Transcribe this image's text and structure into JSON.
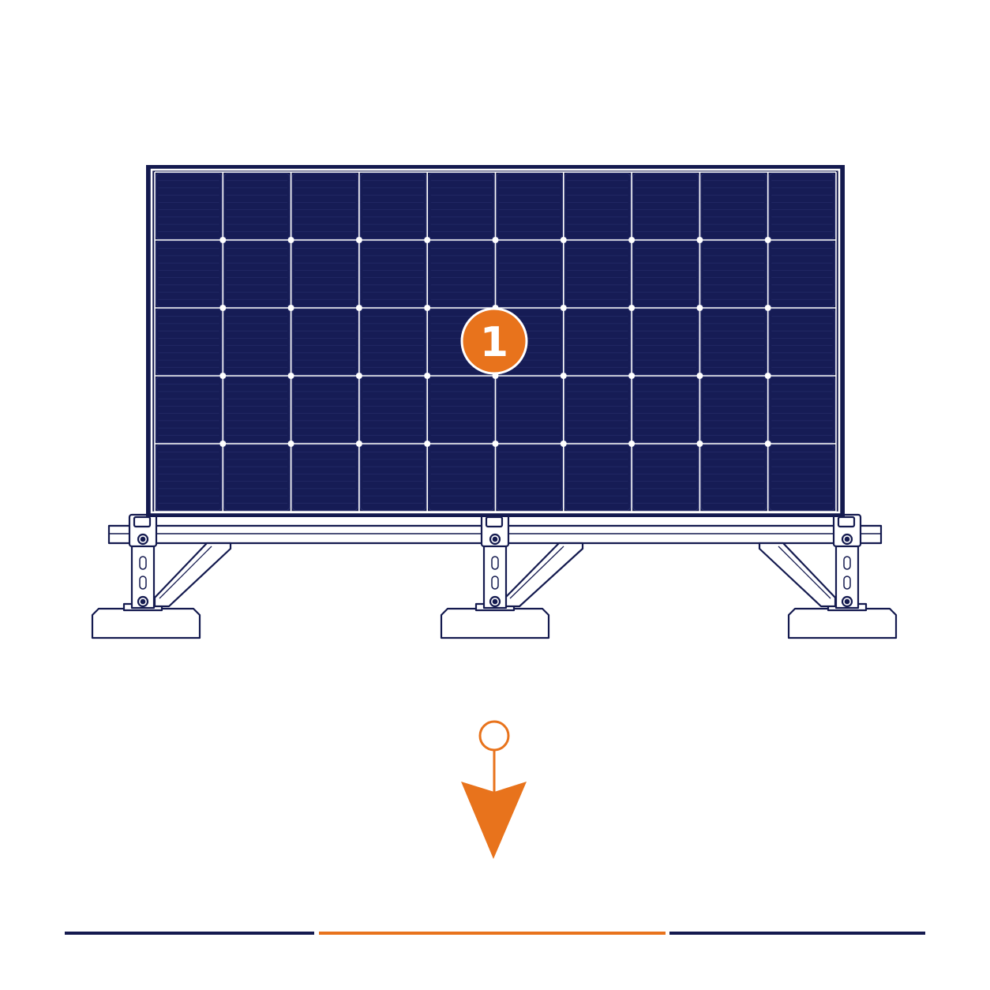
{
  "diagram": {
    "colors": {
      "navy": "#141a4f",
      "cell": "#161c55",
      "cell_line": "#232a66",
      "accent": "#e8731c",
      "white": "#ffffff"
    },
    "panel": {
      "columns": 10,
      "rows": 5
    },
    "marker": {
      "number": "1"
    },
    "arrow": {
      "direction": "down"
    }
  }
}
